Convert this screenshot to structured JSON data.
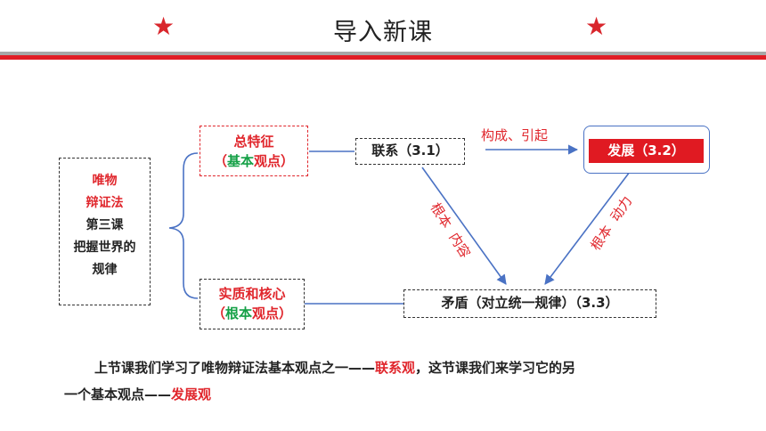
{
  "header": {
    "title": "导入新课"
  },
  "diagram": {
    "left_box": {
      "line1": "唯物",
      "line2": "辩证法",
      "line3": "第三课",
      "line4": "把握世界的",
      "line5": "规律"
    },
    "node_general": {
      "line1": "总特征",
      "paren_open": "（",
      "green": "基本",
      "rest": "观点",
      "paren_close": "）"
    },
    "node_essence": {
      "line1": "实质和核心",
      "paren_open": "（",
      "green": "根本",
      "rest": "观点",
      "paren_close": "）"
    },
    "node_connection": "联系（3.1）",
    "node_development": "发展（3.2）",
    "node_contradiction": "矛盾（对立统一规律）（3.3）",
    "edge_constitute": "构成、引起",
    "edge_content": "根本  内容",
    "edge_motive": "根本  动力"
  },
  "text": {
    "part1": "上节课我们学习了唯物辩证法基本观点之一——",
    "highlight1": "联系观",
    "part2": "，这节课我们来学习它的另",
    "part3": "一个基本观点——",
    "highlight2": "发展观"
  },
  "colors": {
    "accent_red": "#e0262c",
    "green": "#14a046",
    "arrow_blue": "#4a72c4"
  },
  "icons": [
    "star-icon",
    "star-icon"
  ]
}
